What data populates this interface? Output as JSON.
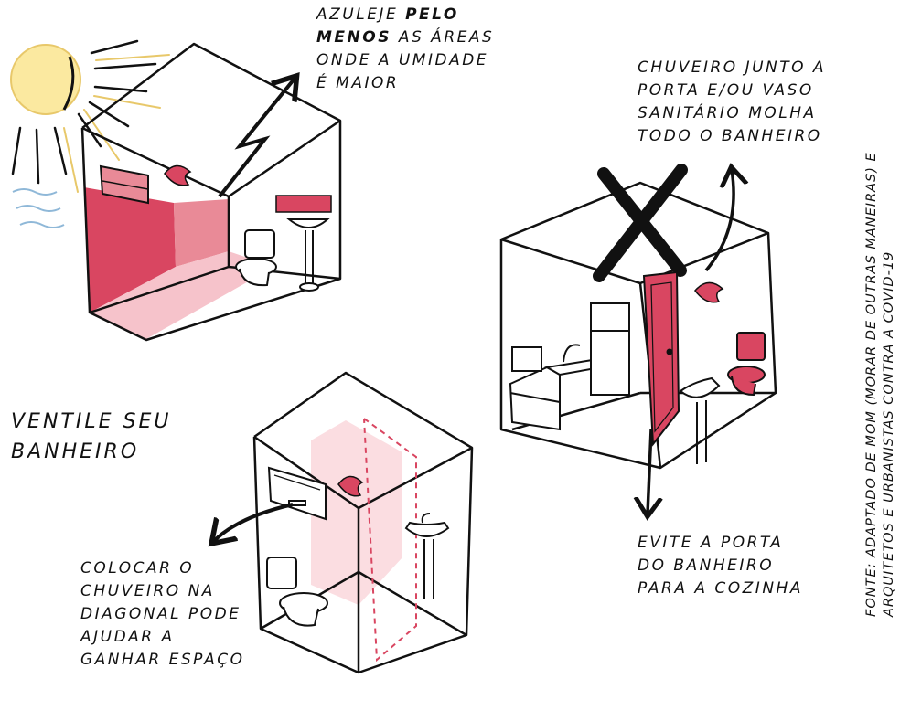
{
  "notes": {
    "tile": {
      "line1": "AZULEJE",
      "line1_bold": "PELO",
      "line2_bold": "MENOS",
      "line2": "AS ÁREAS",
      "line3": "ONDE A UMIDADE",
      "line4": "É MAIOR"
    },
    "shower_door": {
      "line1": "CHUVEIRO JUNTO A",
      "line2": "PORTA E/OU VASO",
      "line3": "SANITÁRIO MOLHA",
      "line4": "TODO O BANHEIRO"
    },
    "ventilate": {
      "line1": "VENTILE SEU",
      "line2": "BANHEIRO"
    },
    "avoid_door": {
      "line1": "EVITE A PORTA",
      "line2": "DO BANHEIRO",
      "line3": "PARA A COZINHA"
    },
    "diagonal": {
      "line1": "COLOCAR O",
      "line2": "CHUVEIRO NA",
      "line3": "DIAGONAL PODE",
      "line4": "AJUDAR A",
      "line5": "GANHAR ESPAÇO"
    },
    "source": {
      "line1": "FONTE: ADAPTADO DE MOM (MORAR DE OUTRAS MANEIRAS) E",
      "line2": "ARQUITETOS E URBANISTAS CONTRA A COVID-19"
    }
  },
  "colors": {
    "ink": "#111111",
    "tile_red": "#d94661",
    "tile_pink": "#e98a97",
    "floor_pink": "#f6c3cb",
    "shower_zone_pink": "#fbdde1",
    "sun_yellow": "#fbe9a0",
    "wind_blue": "#8fb8d8"
  }
}
